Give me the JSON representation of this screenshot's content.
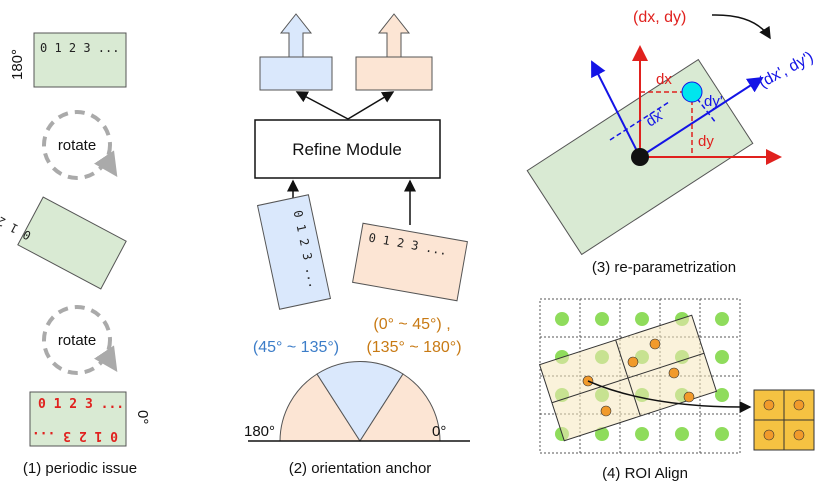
{
  "panel1": {
    "caption": "(1) periodic issue",
    "angle_top": "180°",
    "angle_bottom": "0°",
    "digits": "0 1 2 3 ...",
    "rotate_label_1": "rotate",
    "rotate_label_2": "rotate"
  },
  "panel2": {
    "caption": "(2) orientation anchor",
    "module_label": "Refine Module",
    "digits": "0 1 2 3 ...",
    "range_blue": "(45° ~ 135°)",
    "range_orange_1": "(0° ~ 45°) ,",
    "range_orange_2": "(135° ~ 180°)",
    "axis_left": "180°",
    "axis_right": "0°"
  },
  "panel3": {
    "caption": "(3) re-parametrization",
    "orig_label": "(dx, dy)",
    "new_label": "(dx', dy')",
    "dx": "dx",
    "dy": "dy",
    "dx_prime": "dx'",
    "dy_prime": "dy'"
  },
  "panel4": {
    "caption": "(4) ROI Align"
  },
  "colors": {
    "green_fill": "#d9ead3",
    "blue_fill": "#dae8fc",
    "orange_fill": "#fce5d4",
    "red": "#e0211e",
    "blue": "#1414e6",
    "orange_text": "#c87a14",
    "blue_text": "#3c7dc8",
    "cyan": "#00e5ee",
    "gold": "#f5c242",
    "dot_green": "#8fdc5c",
    "dot_orange": "#f19a2b"
  }
}
